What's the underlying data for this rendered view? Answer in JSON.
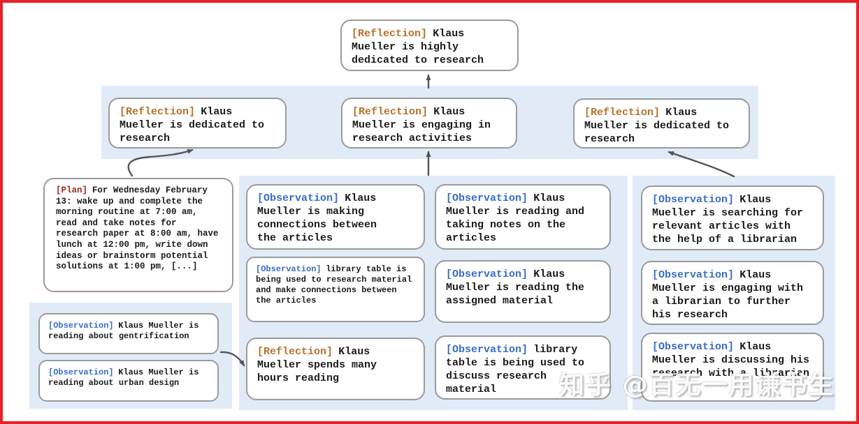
{
  "colors": {
    "frame": "#e82127",
    "band": "#e1ebf8",
    "border": "#9a9a9a",
    "arrow": "#555555",
    "reflection": "#b5722c",
    "observation": "#3a6cc5",
    "plan": "#9c2c21"
  },
  "watermark": "知乎 @百无一用谦书生",
  "nodes": {
    "top": {
      "label": "[Reflection]",
      "text": "Klaus Mueller is highly dedicated to research"
    },
    "r2_left": {
      "label": "[Reflection]",
      "text": "Klaus Mueller is dedicated to research"
    },
    "r2_mid": {
      "label": "[Reflection]",
      "text": "Klaus Mueller is engaging in research activities"
    },
    "r2_right": {
      "label": "[Reflection]",
      "text": "Klaus Mueller is dedicated to research"
    },
    "plan": {
      "label": "[Plan]",
      "text": "For Wednesday February 13: wake up and complete the morning routine at 7:00 am, read and take notes for research paper at 8:00 am, have lunch at 12:00 pm, write down ideas or brainstorm potential solutions at 1:00 pm, [...]"
    },
    "obs_gentrification": {
      "label": "[Observation]",
      "text": "Klaus Mueller is reading about gentrification"
    },
    "obs_urban": {
      "label": "[Observation]",
      "text": "Klaus Mueller is reading about urban design"
    },
    "obs_connections": {
      "label": "[Observation]",
      "text": "Klaus Mueller is making connections between the articles"
    },
    "obs_libtable_research": {
      "label": "[Observation]",
      "text": "library table is being used to research material and make connections between the articles"
    },
    "refl_hours": {
      "label": "[Reflection]",
      "text": "Klaus Mueller spends many hours reading"
    },
    "obs_notes": {
      "label": "[Observation]",
      "text": "Klaus Mueller is reading and taking notes on the articles"
    },
    "obs_assigned": {
      "label": "[Observation]",
      "text": "Klaus Mueller is reading the assigned material"
    },
    "obs_libtable_discuss": {
      "label": "[Observation]",
      "text": "library table is being used to discuss research material"
    },
    "obs_searching": {
      "label": "[Observation]",
      "text": "Klaus Mueller is searching for relevant articles with the help of a librarian"
    },
    "obs_engaging": {
      "label": "[Observation]",
      "text": "Klaus Mueller is engaging with a librarian to further his research"
    },
    "obs_discussing": {
      "label": "[Observation]",
      "text": "Klaus Mueller is discussing his research with a librarian"
    }
  }
}
